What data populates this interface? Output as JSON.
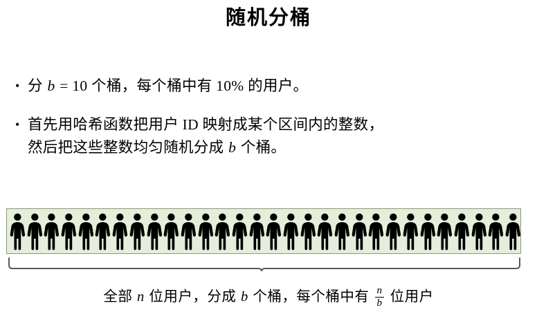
{
  "slide": {
    "title": "随机分桶",
    "background_color": "#ffffff"
  },
  "bullets": [
    {
      "marker": "•",
      "line1_pre": "分 ",
      "line1_var": "b",
      "line1_post": " = 10 个桶，每个桶中有 10% 的用户。"
    },
    {
      "marker": "•",
      "line1": "首先用哈希函数把用户 ID 映射成某个区间内的整数，",
      "line2_pre": "然后把这些整数均匀随机分成 ",
      "line2_var": "b",
      "line2_post": " 个桶。"
    }
  ],
  "diagram": {
    "box": {
      "fill_color": "#e5eeda",
      "border_color": "#8a9a7b",
      "person_count": 30,
      "person_icon": "person-icon",
      "person_color": "#000000"
    },
    "brace": {
      "name": "horizontal-curly-brace",
      "color": "#595959",
      "direction": "down"
    },
    "caption": {
      "part1": "全部 ",
      "var_n": "n",
      "part2": " 位用户，分成 ",
      "var_b": "b",
      "part3": " 个桶，每个桶中有 ",
      "frac_numerator": "n",
      "frac_denominator": "b",
      "part4": " 位用户"
    }
  }
}
